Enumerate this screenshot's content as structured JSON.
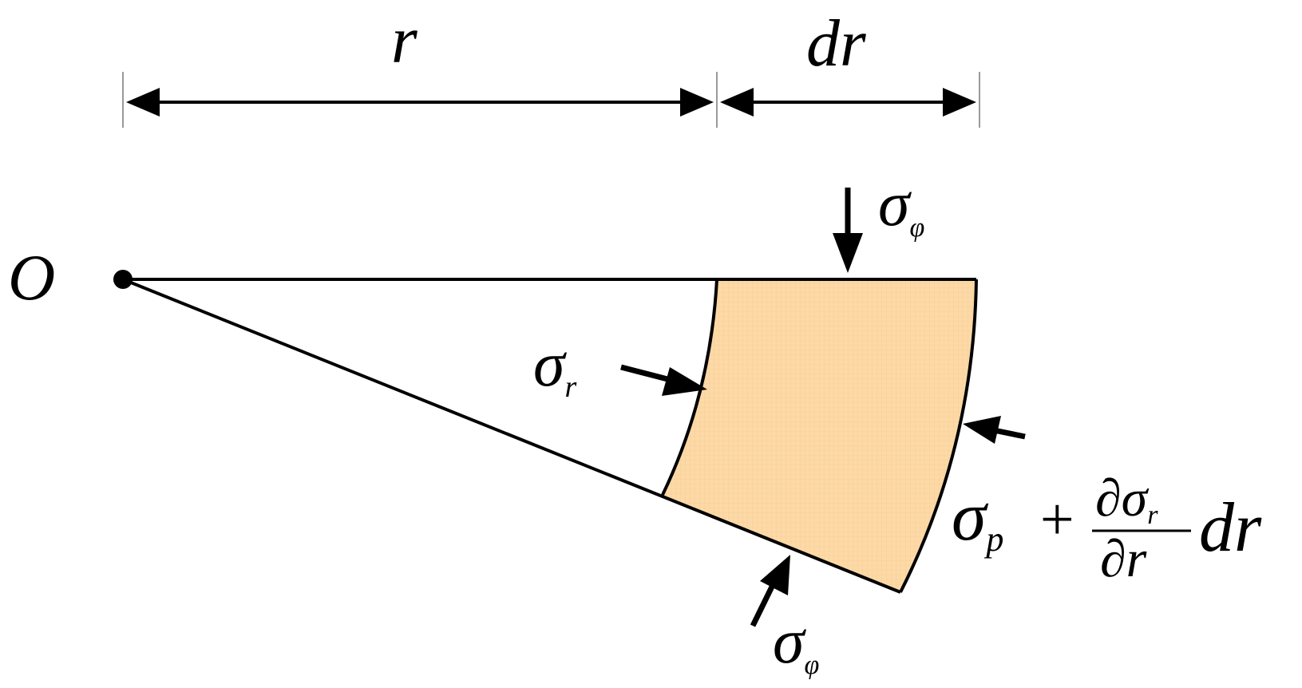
{
  "colors": {
    "element_fill": "#FCD9A6",
    "line": "#000000",
    "tick": "#9A9A9A",
    "background": "#FFFFFF"
  },
  "labels": {
    "origin": "O",
    "r_dim": "r",
    "dr_dim": "dr",
    "sigma_symbol": "σ",
    "sub_r": "r",
    "sub_phi": "φ",
    "sub_p": "p",
    "plus": "+",
    "partial": "∂",
    "r_var": "r",
    "d_letter": "d"
  }
}
